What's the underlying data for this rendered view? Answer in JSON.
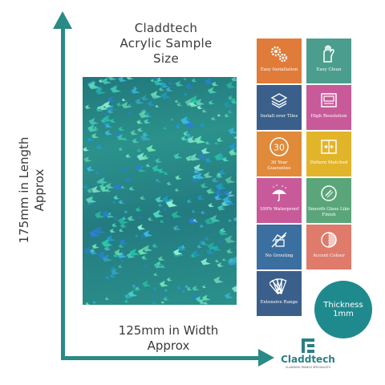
{
  "title_lines": [
    "Claddtech",
    "Acrylic Sample",
    "Size"
  ],
  "length_label_lines": [
    "175mm in Length",
    "Approx"
  ],
  "width_label_lines": [
    "125mm in Width",
    "Approx"
  ],
  "thickness_lines": [
    "Thickness",
    "1mm"
  ],
  "features": [
    {
      "label": "Easy Installation",
      "icon": "gears-icon",
      "color": "#e07b39"
    },
    {
      "label": "Easy Clean",
      "icon": "glove-hand-icon",
      "color": "#4b9e8e"
    },
    {
      "label": "Install over Tiles",
      "icon": "tile-layers-icon",
      "color": "#3a5f8a"
    },
    {
      "label": "High Resolution",
      "icon": "image-frame-icon",
      "color": "#c85a9a"
    },
    {
      "label": "30 Year Guarantee",
      "icon": "thirty-badge-icon",
      "color": "#e08a3a"
    },
    {
      "label": "Pattern Matched",
      "icon": "pattern-match-icon",
      "color": "#e2b42a"
    },
    {
      "label": "100% Waterproof",
      "icon": "umbrella-rain-icon",
      "color": "#c85a9a"
    },
    {
      "label": "Smooth Glass Like Finish",
      "icon": "glass-finish-icon",
      "color": "#5aa67a"
    },
    {
      "label": "No Grouting",
      "icon": "no-grout-icon",
      "color": "#3a6fa0"
    },
    {
      "label": "Accent Colour",
      "icon": "accent-circle-icon",
      "color": "#e07a6a"
    },
    {
      "label": "Extensive Range",
      "icon": "swatch-fan-icon",
      "color": "#3a5f8a"
    }
  ],
  "logo": {
    "name": "Claddtech",
    "tagline": "CLADDING PANELS SPECIALISTS",
    "color": "#2a7f86"
  },
  "accent_color": "#2a8a86"
}
